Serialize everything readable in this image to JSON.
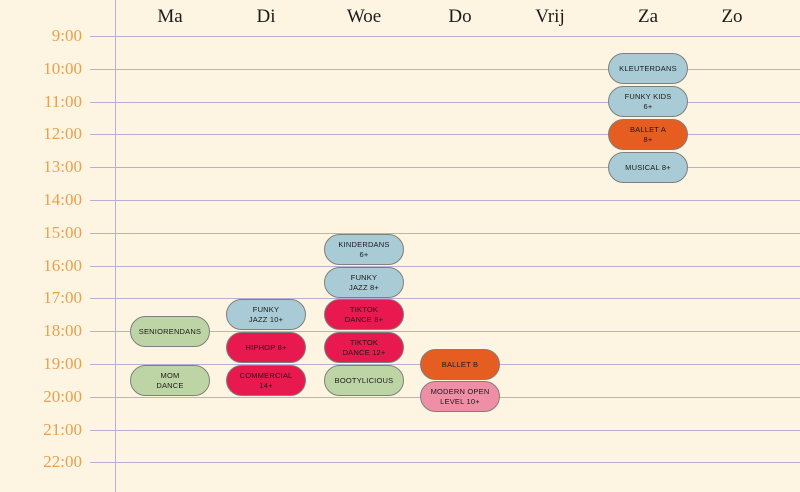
{
  "days": [
    "Ma",
    "Di",
    "Woe",
    "Do",
    "Vrij",
    "Za",
    "Zo"
  ],
  "times": [
    "9:00",
    "10:00",
    "11:00",
    "12:00",
    "13:00",
    "14:00",
    "15:00",
    "16:00",
    "17:00",
    "18:00",
    "19:00",
    "20:00",
    "21:00",
    "22:00"
  ],
  "colors": {
    "background": "#fdf5e2",
    "grid": "#b9aed6",
    "time_label": "#e8a04e",
    "blue": "#a9cbd5",
    "red": "#e8194f",
    "orange": "#e65d21",
    "green": "#bdd5a4",
    "pink": "#ee8fa6"
  },
  "classes": [
    {
      "day": "Ma",
      "start": "17:30",
      "end": "18:30",
      "color": "green",
      "lines": [
        "SENIORENDANS"
      ]
    },
    {
      "day": "Ma",
      "start": "19:00",
      "end": "20:00",
      "color": "green",
      "lines": [
        "MOM",
        "DANCE"
      ]
    },
    {
      "day": "Di",
      "start": "17:00",
      "end": "18:00",
      "color": "blue",
      "lines": [
        "FUNKY",
        "JAZZ 10+"
      ]
    },
    {
      "day": "Di",
      "start": "18:00",
      "end": "19:00",
      "color": "red",
      "lines": [
        "HIPHOP 8+"
      ]
    },
    {
      "day": "Di",
      "start": "19:00",
      "end": "20:00",
      "color": "red",
      "lines": [
        "COMMERCIAL",
        "14+"
      ]
    },
    {
      "day": "Woe",
      "start": "15:00",
      "end": "16:00",
      "color": "blue",
      "lines": [
        "KINDERDANS",
        "6+"
      ]
    },
    {
      "day": "Woe",
      "start": "16:00",
      "end": "17:00",
      "color": "blue",
      "lines": [
        "FUNKY",
        "JAZZ 8+"
      ]
    },
    {
      "day": "Woe",
      "start": "17:00",
      "end": "18:00",
      "color": "red",
      "lines": [
        "TIKTOK",
        "DANCE 8+"
      ]
    },
    {
      "day": "Woe",
      "start": "18:00",
      "end": "19:00",
      "color": "red",
      "lines": [
        "TIKTOK",
        "DANCE 12+"
      ]
    },
    {
      "day": "Woe",
      "start": "19:00",
      "end": "20:00",
      "color": "green",
      "lines": [
        "BOOTYLICIOUS"
      ]
    },
    {
      "day": "Do",
      "start": "18:30",
      "end": "19:30",
      "color": "orange",
      "lines": [
        "BALLET B"
      ]
    },
    {
      "day": "Do",
      "start": "19:30",
      "end": "20:30",
      "color": "pink",
      "lines": [
        "MODERN OPEN",
        "LEVEL 10+"
      ]
    },
    {
      "day": "Za",
      "start": "9:30",
      "end": "10:30",
      "color": "blue",
      "lines": [
        "KLEUTERDANS"
      ]
    },
    {
      "day": "Za",
      "start": "10:30",
      "end": "11:30",
      "color": "blue",
      "lines": [
        "FUNKY KIDS",
        "6+"
      ]
    },
    {
      "day": "Za",
      "start": "11:30",
      "end": "12:30",
      "color": "orange",
      "lines": [
        "BALLET A",
        "8+"
      ]
    },
    {
      "day": "Za",
      "start": "12:30",
      "end": "13:30",
      "color": "blue",
      "lines": [
        "MUSICAL 8+"
      ]
    }
  ]
}
